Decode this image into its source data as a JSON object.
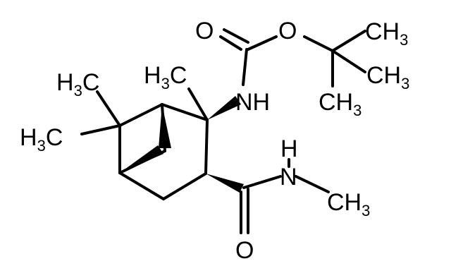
{
  "molecule": {
    "atoms": {
      "o_carbonyl_top": "O",
      "o_ester": "O",
      "tbu_methyl_a": {
        "main": "CH",
        "sub": "3"
      },
      "tbu_methyl_b": {
        "main": "CH",
        "sub": "3"
      },
      "tbu_methyl_c": {
        "main": "CH",
        "sub": "3"
      },
      "nh_carbamate": "NH",
      "gem_methyl_a": {
        "main": "H",
        "sub": "3",
        "tail": "C"
      },
      "gem_methyl_b": {
        "main": "H",
        "sub": "3",
        "tail": "C"
      },
      "ring_methyl": {
        "main": "H",
        "sub": "3",
        "tail": "C"
      },
      "amide_h": "H",
      "amide_n": "N",
      "n_methyl": {
        "main": "CH",
        "sub": "3"
      },
      "o_amide": "O"
    },
    "colors": {
      "ink": "#000000",
      "background": "#ffffff"
    }
  }
}
